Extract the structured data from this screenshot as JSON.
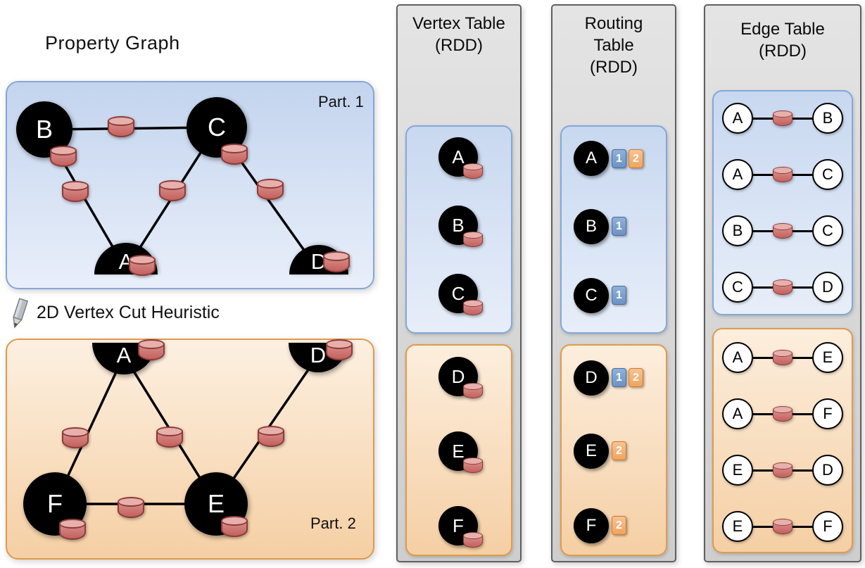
{
  "property_graph": {
    "title": "Property Graph",
    "cut_heuristic_label": "2D Vertex Cut Heuristic",
    "part1": {
      "label": "Part. 1",
      "vertices": [
        "B",
        "C",
        "A",
        "D"
      ],
      "edges": [
        [
          "B",
          "C"
        ],
        [
          "B",
          "A"
        ],
        [
          "C",
          "A"
        ],
        [
          "C",
          "D"
        ]
      ]
    },
    "part2": {
      "label": "Part. 2",
      "vertices": [
        "A",
        "D",
        "F",
        "E"
      ],
      "edges": [
        [
          "A",
          "F"
        ],
        [
          "A",
          "E"
        ],
        [
          "D",
          "E"
        ],
        [
          "F",
          "E"
        ]
      ]
    }
  },
  "vertex_table": {
    "title": [
      "Vertex Table",
      "(RDD)"
    ],
    "part1_vertices": [
      "A",
      "B",
      "C"
    ],
    "part2_vertices": [
      "D",
      "E",
      "F"
    ]
  },
  "routing_table": {
    "title": [
      "Routing",
      "Table",
      "(RDD)"
    ],
    "part1_rows": [
      {
        "vertex": "A",
        "badges": [
          {
            "label": "1",
            "color": "blue"
          },
          {
            "label": "2",
            "color": "orange"
          }
        ]
      },
      {
        "vertex": "B",
        "badges": [
          {
            "label": "1",
            "color": "blue"
          }
        ]
      },
      {
        "vertex": "C",
        "badges": [
          {
            "label": "1",
            "color": "blue"
          }
        ]
      }
    ],
    "part2_rows": [
      {
        "vertex": "D",
        "badges": [
          {
            "label": "1",
            "color": "blue"
          },
          {
            "label": "2",
            "color": "orange"
          }
        ]
      },
      {
        "vertex": "E",
        "badges": [
          {
            "label": "2",
            "color": "orange"
          }
        ]
      },
      {
        "vertex": "F",
        "badges": [
          {
            "label": "2",
            "color": "orange"
          }
        ]
      }
    ]
  },
  "edge_table": {
    "title": [
      "Edge Table",
      "(RDD)"
    ],
    "part1_edges": [
      [
        "A",
        "B"
      ],
      [
        "A",
        "C"
      ],
      [
        "B",
        "C"
      ],
      [
        "C",
        "D"
      ]
    ],
    "part2_edges": [
      [
        "A",
        "E"
      ],
      [
        "A",
        "F"
      ],
      [
        "E",
        "D"
      ],
      [
        "E",
        "F"
      ]
    ]
  },
  "icons": {
    "property_icon": "database-cylinder",
    "cut_icon": "pencil"
  },
  "colors": {
    "partition1_fill": "#c3d4ee",
    "partition1_border": "#85a7d8",
    "partition2_fill": "#f5cfa4",
    "partition2_border": "#e09a4e",
    "vertex_fill": "#000000",
    "property_cylinder": "#c4615e",
    "badge_blue": "#6d93c4",
    "badge_orange": "#f0a45e",
    "column_fill": "#d7d7d7",
    "column_border": "#5f5f5f"
  }
}
